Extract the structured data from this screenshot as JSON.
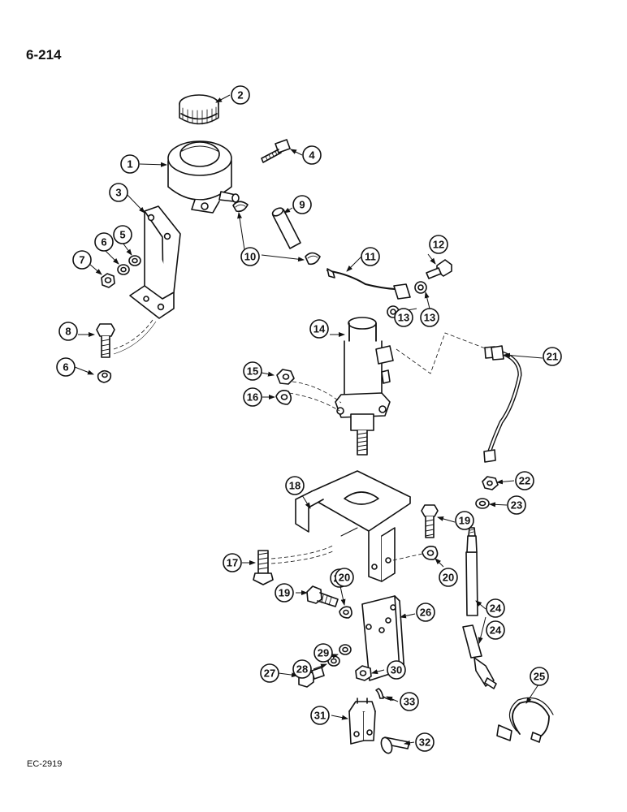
{
  "page": {
    "page_number": "6-214",
    "figure_code": "EC-2919"
  },
  "callouts": [
    "1",
    "2",
    "3",
    "4",
    "5",
    "6",
    "6",
    "7",
    "8",
    "9",
    "10",
    "10",
    "11",
    "12",
    "13",
    "13",
    "14",
    "15",
    "16",
    "17",
    "18",
    "19",
    "19",
    "20",
    "20",
    "20",
    "21",
    "22",
    "23",
    "24",
    "24",
    "25",
    "26",
    "27",
    "28",
    "29",
    "30",
    "31",
    "32",
    "33"
  ]
}
